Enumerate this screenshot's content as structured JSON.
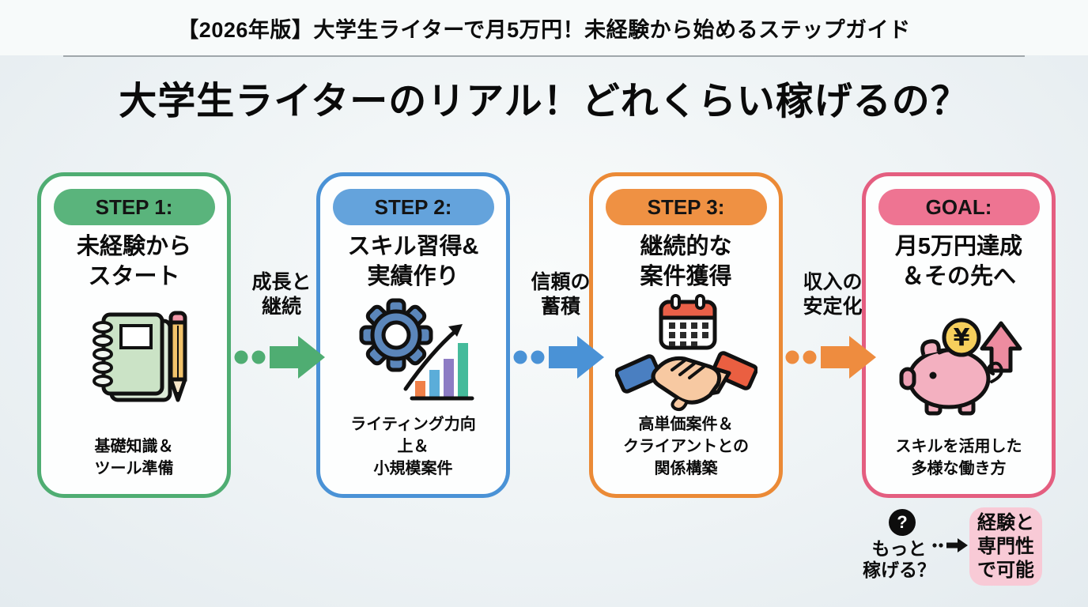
{
  "header": {
    "top_title": "【2026年版】大学生ライターで月5万円！未経験から始めるステップガイド",
    "main_title": "大学生ライターのリアル！どれくらい稼げるの？"
  },
  "steps": [
    {
      "badge": "STEP 1:",
      "title": "未経験から\nスタート",
      "description": "基礎知識＆\nツール準備",
      "icon": "notebook-pencil-icon",
      "accent_color": "#4FAD72",
      "badge_color": "#5AB47C"
    },
    {
      "badge": "STEP 2:",
      "title": "スキル習得&\n実績作り",
      "description": "ライティング力向\n上＆\n小規模案件",
      "icon": "gear-growth-chart-icon",
      "accent_color": "#4A92D6",
      "badge_color": "#64A3DC"
    },
    {
      "badge": "STEP 3:",
      "title": "継続的な\n案件獲得",
      "description": "高単価案件＆\nクライアントとの\n関係構築",
      "icon": "calendar-handshake-icon",
      "accent_color": "#EB8A36",
      "badge_color": "#EF9143"
    },
    {
      "badge": "GOAL:",
      "title": "月5万円達成\n＆その先へ",
      "description": "スキルを活用した\n多様な働き方",
      "icon": "piggy-bank-coin-icon",
      "accent_color": "#E45E80",
      "badge_color": "#EE7492"
    }
  ],
  "connectors": [
    {
      "label": "成長と\n継続",
      "color": "#4FAD72",
      "icon": "right-arrow-icon"
    },
    {
      "label": "信頼の\n蓄積",
      "color": "#4A92D6",
      "icon": "right-arrow-icon"
    },
    {
      "label": "収入の\n安定化",
      "color": "#EE8C3F",
      "icon": "right-arrow-icon"
    }
  ],
  "footnote": {
    "question_mark": "?",
    "question_text": "もっと\n稼げる？",
    "answer_text": "経験と\n専門性\nで可能",
    "answer_bg_color": "#F8CAD6"
  }
}
